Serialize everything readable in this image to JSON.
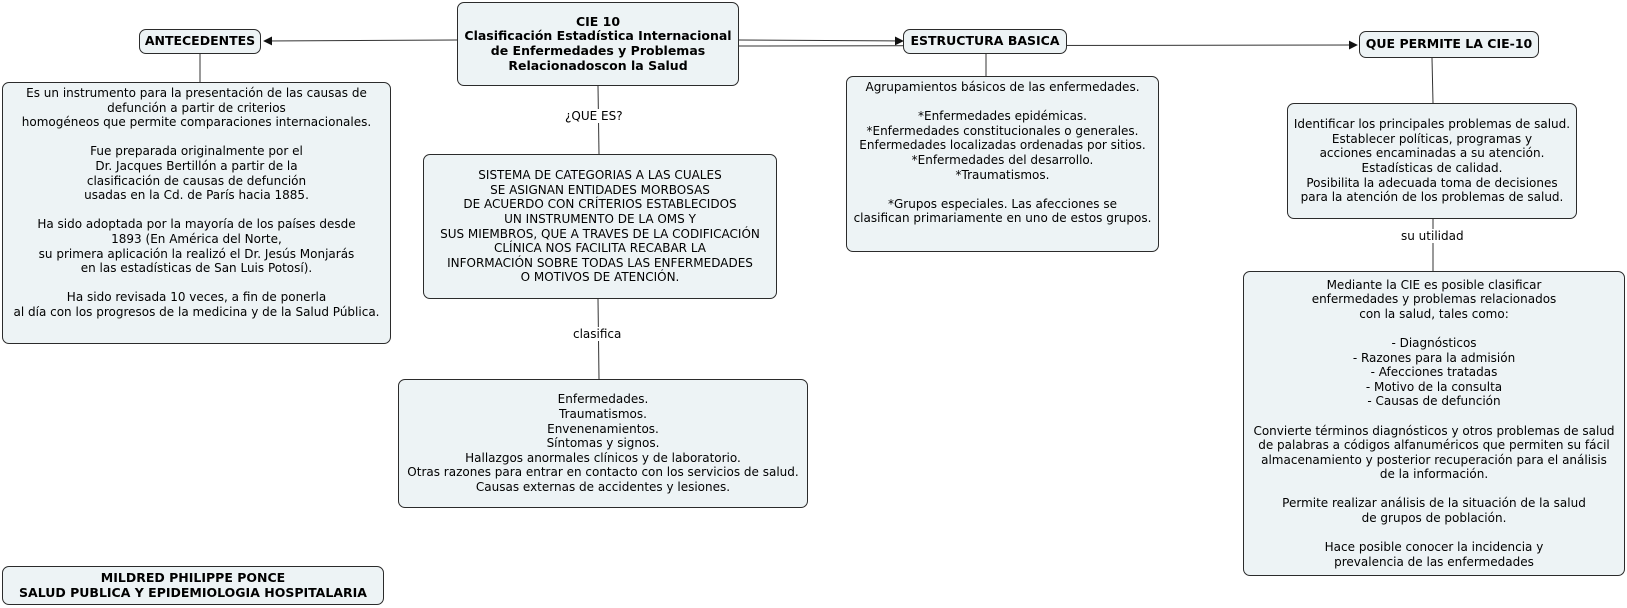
{
  "nodes": {
    "cie10": "CIE  10\nClasificación Estadística Internacional\nde Enfermedades y Problemas\nRelacionadoscon la Salud",
    "antecedentes": "ANTECEDENTES",
    "estructura": "ESTRUCTURA  BASICA",
    "que_permite": "QUE PERMITE LA CIE-10",
    "antecedentes_desc": "Es un instrumento para la presentación de las causas de\ndefunción a partir de criterios\nhomogéneos que permite comparaciones internacionales.\n\nFue preparada originalmente por el\nDr. Jacques Bertillón a partir de la\nclasificación de causas de defunción\nusadas en la Cd. de París hacia 1885.\n\nHa sido adoptada por la mayoría de los países desde\n1893 (En América del Norte,\nsu primera aplicación la realizó el Dr. Jesús Monjarás\nen las estadísticas de San Luis Potosí).\n\nHa sido revisada 10 veces, a fin de ponerla\nal día con los progresos de la medicina y de la Salud Pública.",
    "sistema": "SISTEMA DE CATEGORIAS A LAS CUALES\nSE ASIGNAN ENTIDADES MORBOSAS\nDE ACUERDO CON CRÍTERIOS ESTABLECIDOS\nUN INSTRUMENTO DE LA OMS Y\nSUS MIEMBROS, QUE A TRAVES DE LA CODIFICACIÓN\nCLÍNICA NOS FACILITA RECABAR LA\nINFORMACIÓN SOBRE TODAS LAS ENFERMEDADES\nO MOTIVOS DE ATENCIÓN.",
    "clasifica_list": "Enfermedades.\nTraumatismos.\nEnvenenamientos.\nSíntomas y signos.\nHallazgos anormales clínicos y de laboratorio.\nOtras razones para entrar en contacto con los servicios de salud.\nCausas externas de accidentes y lesiones.",
    "agrupamientos": "Agrupamientos básicos de las enfermedades.\n\n*Enfermedades epidémicas.\n*Enfermedades constitucionales o generales.\nEnfermedades localizadas ordenadas por sitios.\n*Enfermedades del desarrollo.\n*Traumatismos.\n\n*Grupos especiales. Las afecciones se\nclasifican primariamente en uno de estos grupos.",
    "identificar": "Identificar los principales problemas de salud.\nEstablecer políticas, programas y\nacciones encaminadas a su atención.\nEstadísticas de calidad.\nPosibilita la adecuada toma de decisiones\npara la atención de los problemas de salud.",
    "mediante": "Mediante la CIE es posible clasificar\nenfermedades y problemas relacionados\ncon la salud, tales como:\n\n- Diagnósticos\n- Razones para la admisión\n- Afecciones tratadas\n- Motivo de la consulta\n- Causas de defunción\n\nConvierte términos diagnósticos y otros problemas de salud\nde palabras a códigos   alfanuméricos que permiten su fácil\nalmacenamiento y posterior recuperación para el análisis\nde la información.\n\nPermite realizar análisis de la situación de la salud\nde grupos de población.\n\nHace posible conocer la incidencia y\nprevalencia de las enfermedades",
    "autor": "MILDRED  PHILIPPE  PONCE\nSALUD  PUBLICA  Y  EPIDEMIOLOGIA   HOSPITALARIA"
  },
  "links": {
    "que_es": "¿QUE  ES?",
    "clasifica": "clasifica",
    "su_utilidad": "su utilidad"
  },
  "colors": {
    "node_fill": "#edf3f5",
    "node_border": "#2b2b2b",
    "line": "#333333"
  }
}
